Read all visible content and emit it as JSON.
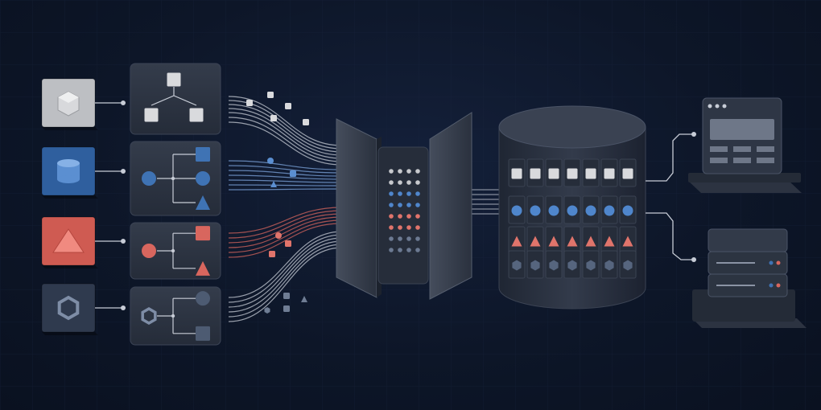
{
  "colors": {
    "background": "#0d1628",
    "panel": "#2b3240",
    "panel_edge": "#3c4456",
    "gray": "#b9bbbf",
    "blue": "#3f73b4",
    "red": "#d8665e",
    "dark": "#4f5d72",
    "line": "#c7ccd6"
  },
  "sources": [
    {
      "kind": "gray",
      "icon": "cube-icon"
    },
    {
      "kind": "blue",
      "icon": "cylinder-icon"
    },
    {
      "kind": "red",
      "icon": "triangle-icon"
    },
    {
      "kind": "dark",
      "icon": "hexagon-icon"
    }
  ],
  "schemas": [
    {
      "root": "square",
      "children": [
        "square",
        "square"
      ]
    },
    {
      "root": "circle",
      "children": [
        "square",
        "circle",
        "triangle"
      ]
    },
    {
      "root": "circle",
      "children": [
        "square",
        "triangle"
      ]
    },
    {
      "root": "hexagon",
      "children": [
        "circle",
        "square"
      ]
    }
  ],
  "processor_grid": {
    "rows": [
      "gray",
      "gray",
      "blue",
      "blue",
      "red",
      "red",
      "dark",
      "dark"
    ],
    "columns": 4
  },
  "database_rows": [
    {
      "kind": "gray",
      "shape": "square"
    },
    {
      "kind": "blue",
      "shape": "circle"
    },
    {
      "kind": "red",
      "shape": "triangle"
    },
    {
      "kind": "dark",
      "shape": "hexagon"
    }
  ],
  "outputs": [
    {
      "type": "application-window",
      "icon": "app-window-icon"
    },
    {
      "type": "server-stack",
      "icon": "server-icon"
    }
  ]
}
